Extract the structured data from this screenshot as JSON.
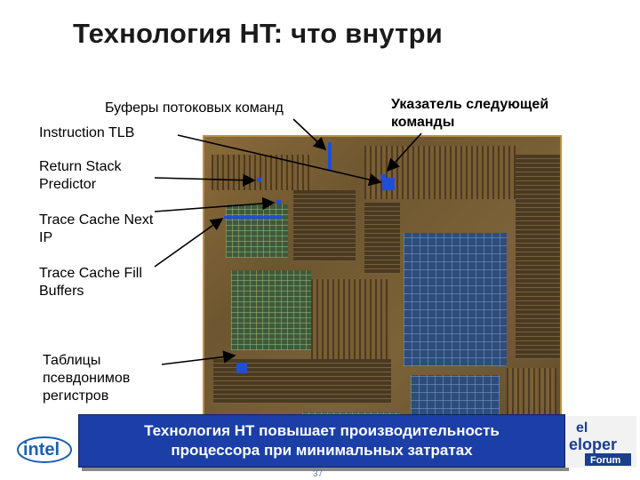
{
  "slide": {
    "title": "Технология HT: что внутри",
    "labels": {
      "stream_buffers": "Буферы потоковых команд",
      "next_instruction_pointer": "Указатель следующей команды",
      "instruction_tlb": "Instruction TLB",
      "return_stack_predictor": "Return Stack Predictor",
      "trace_cache_next_ip": "Trace Cache Next IP",
      "trace_cache_fill_buffers": "Trace Cache Fill Buffers",
      "register_alias_tables": "Таблицы псевдонимов регистров"
    },
    "banner": {
      "line1": "Технология HT повышает производительность",
      "line2": "процессора при минимальных затратах"
    },
    "logos": {
      "left": "intel",
      "right_line1": "el",
      "right_line2": "eloper",
      "right_line3": "Forum"
    },
    "page_number": "37"
  },
  "colors": {
    "banner_bg": "#1b3fa6",
    "marker": "#1f4fd8",
    "title": "#1a1a1a"
  }
}
